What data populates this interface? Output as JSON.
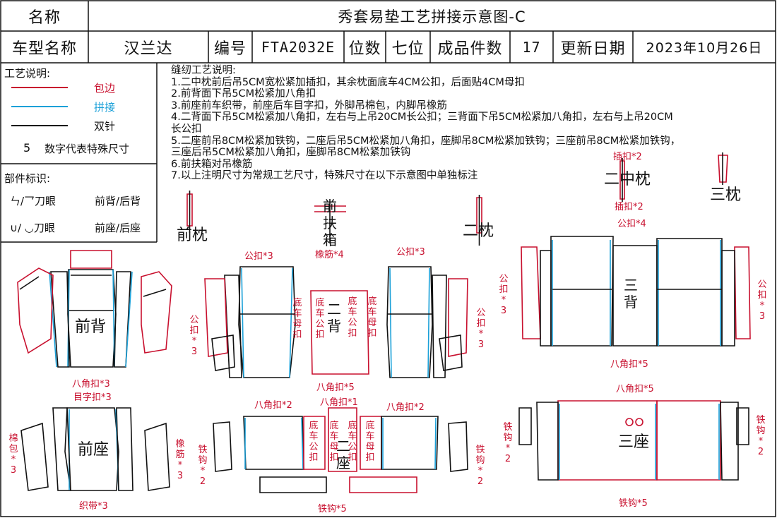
{
  "header": {
    "name_label": "名称",
    "title": "秀套易垫工艺拼接示意图-C",
    "car_model_label": "车型名称",
    "car_model": "汉兰达",
    "code_label": "编号",
    "code": "FTA2032E",
    "seats_label": "位数",
    "seats": "七位",
    "pieces_label": "成品件数",
    "pieces": "17",
    "update_label": "更新日期",
    "update_date": "2023年10月26日"
  },
  "legend": {
    "title": "工艺说明:",
    "items": [
      {
        "label": "包边",
        "color": "#c8102e"
      },
      {
        "label": "拼接",
        "color": "#1aa0d8"
      },
      {
        "label": "双针",
        "color": "#111111"
      }
    ],
    "number_key": "5",
    "number_text": "数字代表特殊尺寸",
    "parts_title": "部件标识:",
    "knife_symbol": "ㄣ/乛刀眼",
    "knife_text": "前背/后背",
    "u_symbol": "∪/ ◡刀眼",
    "u_text": "前座/后座"
  },
  "notes": {
    "title": "缝纫工艺说明:",
    "lines": [
      "1.二中枕前后吊5CM宽松紧加插扣，其余枕面底车4CM公扣，后面贴4CM母扣",
      "2.前背面下吊5CM松紧加八角扣",
      "3.前座前车织带，前座后车目字扣，外脚吊棉包，内脚吊橡筋",
      "4.二背面下吊5CM松紧加八角扣，左右与上吊20CM长公扣；三背面下吊5CM松紧加八角扣，左右与上吊20CM",
      "长公扣",
      "5.二座前吊8CM松紧加铁钩，二座后吊5CM松紧加八角扣，座脚吊8CM松紧加铁钩；三座前吊8CM松紧加铁钩，",
      "三座后吊5CM松紧加八角扣，座脚吊8CM松紧加铁钩",
      "6.前扶箱对吊橡筋",
      "7.以上注明尺寸为常规工艺尺寸，特殊尺寸在以下示意图中单独标注"
    ]
  },
  "parts": {
    "front_pillow": "前枕",
    "front_armrest": [
      "前",
      "扶",
      "箱"
    ],
    "rubber_band_4": "橡筋*4",
    "second_pillow": "二枕",
    "middle_pillow": "二中枕",
    "third_pillow": "三枕",
    "clip_2_top": "插扣*2",
    "clip_2_bottom": "插扣*2",
    "male_clip_4": "公扣*4",
    "front_back": "前背",
    "second_back": [
      "二",
      "背"
    ],
    "third_back": [
      "三",
      "背"
    ],
    "front_seat": "前座",
    "second_seat": [
      "二",
      "座"
    ],
    "third_seat": "三座",
    "male_3_a": "公扣*3",
    "male_3_b": "公扣*3",
    "male_3_left_v": [
      "公",
      "扣",
      "*",
      "3"
    ],
    "male_3_right_v": [
      "公",
      "扣",
      "*",
      "3"
    ],
    "male_3_rb_left": [
      "公",
      "扣",
      "*",
      "3"
    ],
    "male_3_rb_right": [
      "公",
      "扣",
      "*",
      "3"
    ],
    "bottom_male_l": [
      "底",
      "车",
      "公",
      "扣"
    ],
    "bottom_female_l": [
      "底",
      "车",
      "母",
      "扣"
    ],
    "octo_3": "八角扣*3",
    "mu_3": "目字扣*3",
    "octo_5_a": "八角扣*5",
    "octo_5_b": "八角扣*5",
    "octo_5_c": "八角扣*5",
    "octo_2_a": "八角扣*2",
    "octo_2_b": "八角扣*2",
    "octo_1": "八角扣*1",
    "cotton_3": [
      "棉",
      "包",
      "*",
      "3"
    ],
    "rubber_3": [
      "橡",
      "筋",
      "*",
      "3"
    ],
    "belt_3": "织带*3",
    "hook_2_a": [
      "铁",
      "钩",
      "*",
      "2"
    ],
    "hook_2_b": [
      "铁",
      "钩",
      "*",
      "2"
    ],
    "hook_2_c": [
      "铁",
      "钩",
      "*",
      "2"
    ],
    "hook_2_d": [
      "铁",
      "钩",
      "*",
      "2"
    ],
    "hook_5_a": "铁钩*5",
    "hook_5_b": "铁钩*5"
  },
  "colors": {
    "edge": "#c8102e",
    "splice": "#1aa0d8",
    "double": "#111111"
  }
}
